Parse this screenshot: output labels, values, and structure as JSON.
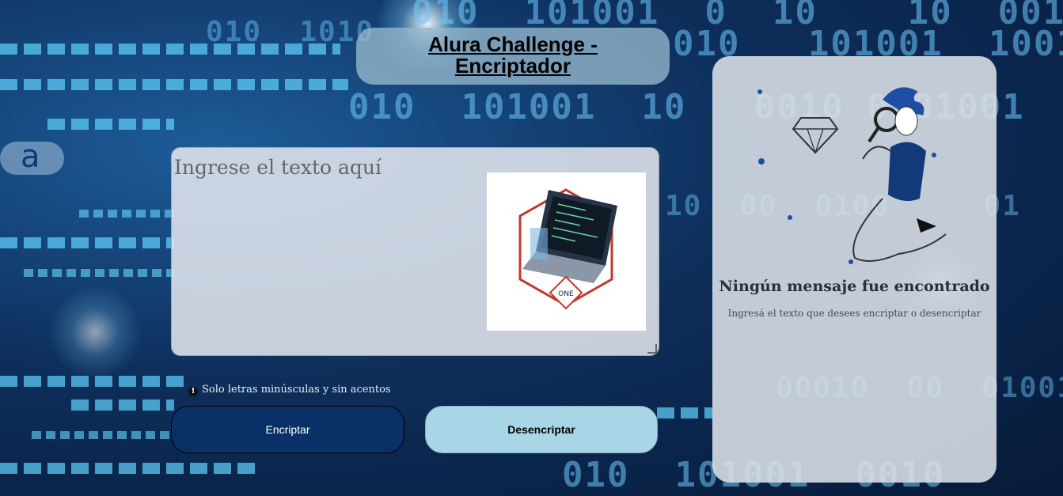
{
  "header": {
    "title": "Alura Challenge - Encriptador"
  },
  "logo": {
    "glyph": "a"
  },
  "input": {
    "placeholder": "Ingrese el texto aquí"
  },
  "hint": {
    "icon": "exclamation-circle-icon",
    "text": "Solo letras minúsculas y sin acentos"
  },
  "buttons": {
    "encrypt": "Encriptar",
    "decrypt": "Desencriptar"
  },
  "output": {
    "title": "Ningún mensaje fue encontrado",
    "subtitle": "Ingresá el texto que desees encriptar o desencriptar"
  },
  "illustration": {
    "badge_text": "ONE"
  },
  "colors": {
    "encrypt_button": "#0a3068",
    "decrypt_button": "#a9d6e6",
    "panel": "#dce1e8"
  }
}
